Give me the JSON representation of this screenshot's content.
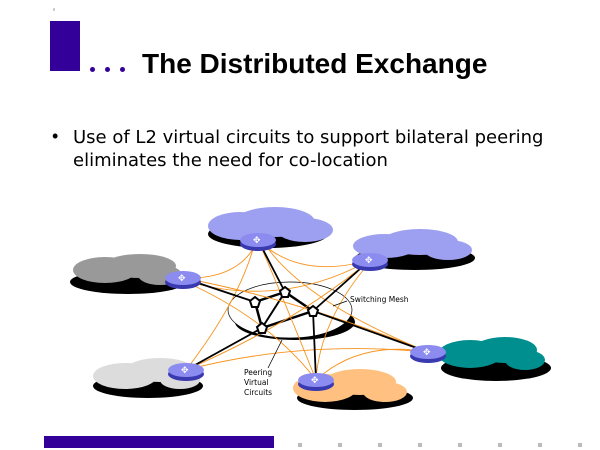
{
  "slide": {
    "title": "The Distributed Exchange",
    "bullets": [
      "Use of L2 virtual circuits to support bilateral peering eliminates the need for co-location"
    ],
    "colors": {
      "accent": "#330099"
    }
  },
  "diagram": {
    "labels": {
      "switching_mesh": "Switching Mesh",
      "peering_line1": "Peering",
      "peering_line2": "Virtual",
      "peering_line3": "Circuits"
    }
  }
}
